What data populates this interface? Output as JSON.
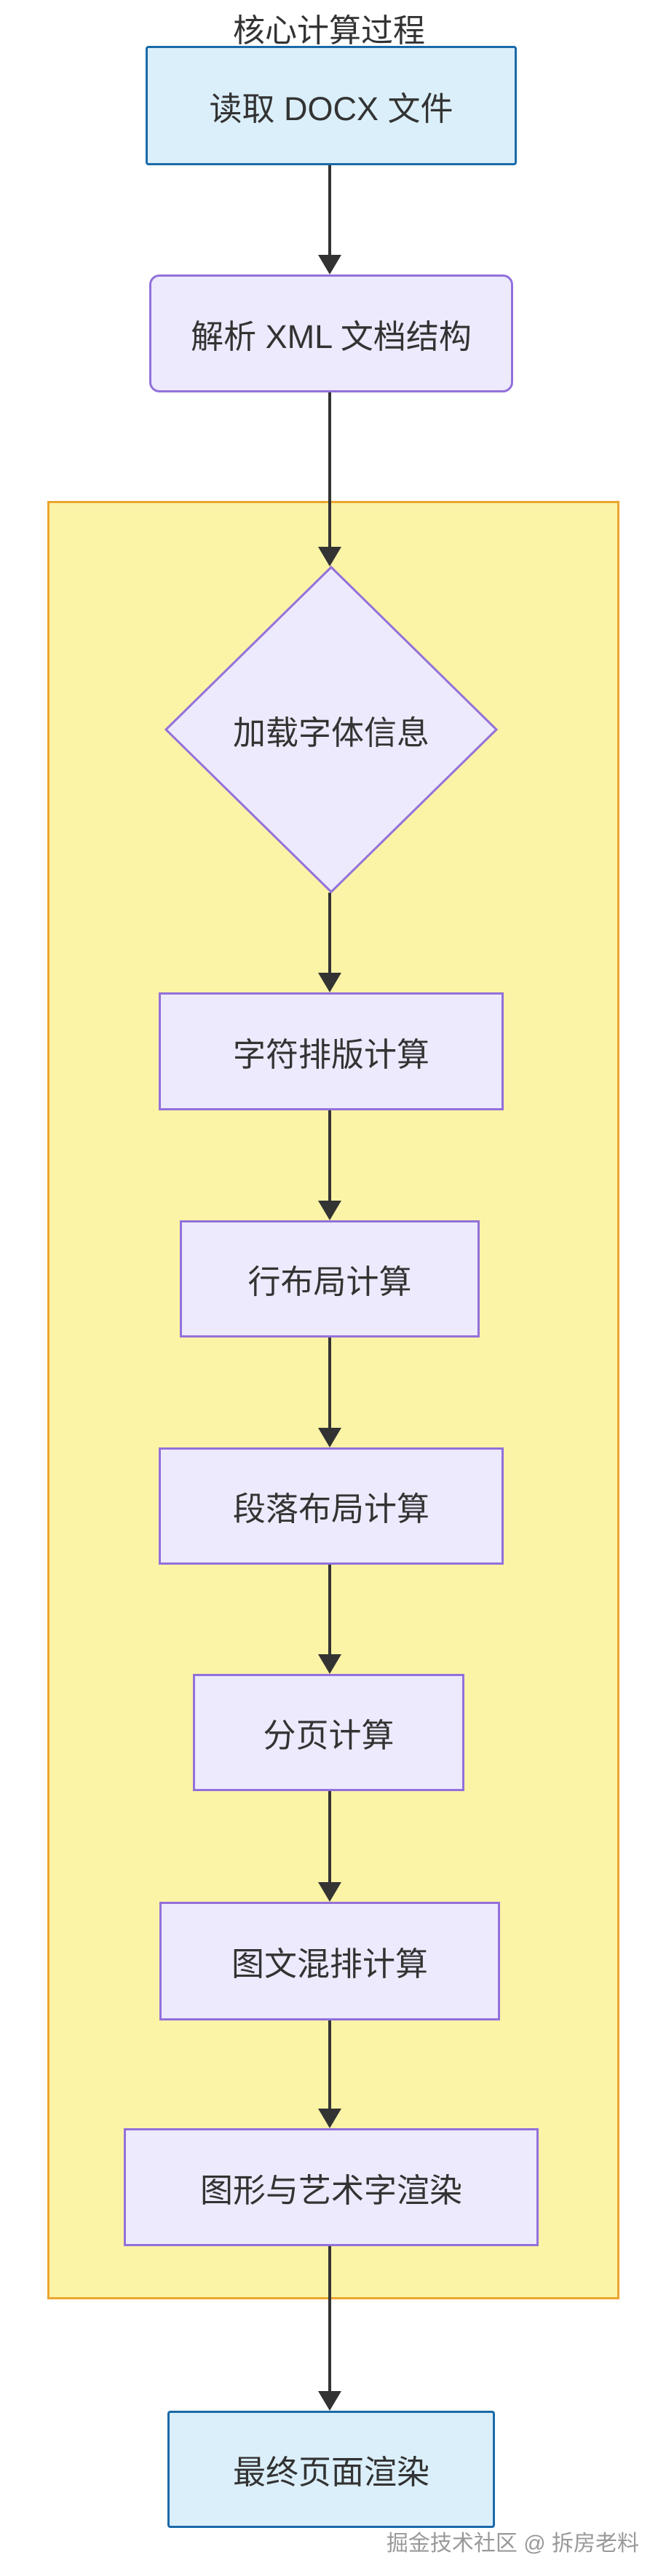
{
  "diagram": {
    "nodes": {
      "read_docx": {
        "label": "读取 DOCX 文件"
      },
      "parse_xml": {
        "label": "解析 XML 文档结构"
      },
      "load_font": {
        "label": "加载字体信息"
      },
      "char_layout": {
        "label": "字符排版计算"
      },
      "line_layout": {
        "label": "行布局计算"
      },
      "para_layout": {
        "label": "段落布局计算"
      },
      "pagination": {
        "label": "分页计算"
      },
      "mixed_layout": {
        "label": "图文混排计算"
      },
      "art_render": {
        "label": "图形与艺术字渲染"
      },
      "final_render": {
        "label": "最终页面渲染"
      }
    },
    "subgraph": {
      "title": "核心计算过程"
    },
    "edges": [
      "read_docx->parse_xml",
      "parse_xml->load_font",
      "load_font->char_layout",
      "char_layout->line_layout",
      "line_layout->para_layout",
      "para_layout->pagination",
      "pagination->mixed_layout",
      "mixed_layout->art_render",
      "art_render->final_render"
    ],
    "colors": {
      "blue_fill": "#DBEFFA",
      "blue_border": "#1A6AA8",
      "purple_fill": "#ECEAFC",
      "purple_border": "#9370DB",
      "yellow_fill": "#FBF3A6",
      "yellow_border": "#ECA52F",
      "edge_color": "#333333",
      "text_color": "#333333",
      "watermark_color": "#999999"
    },
    "watermark": {
      "text": "掘金技术社区 @ 拆房老料"
    }
  }
}
